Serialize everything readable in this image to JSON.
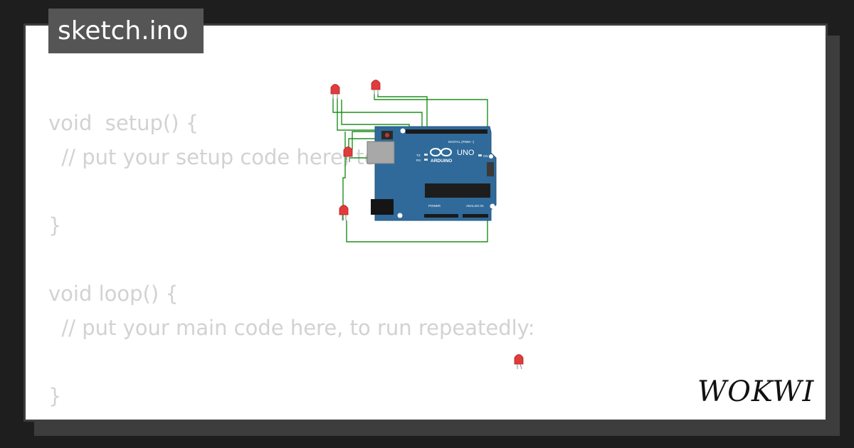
{
  "tab": {
    "title": "sketch.ino"
  },
  "code": {
    "lines": [
      "void  setup() {",
      "  // put your setup code here, to run once:",
      "",
      "}",
      "",
      "void loop() {",
      "  // put your main code here, to run repeatedly:",
      "",
      "}"
    ]
  },
  "board": {
    "brand": "ARDUINO",
    "model": "UNO",
    "digital_label": "DIGITAL (PWM ~)",
    "power_label": "POWER",
    "analog_label": "ANALOG IN",
    "tx_label": "TX",
    "rx_label": "RX",
    "on_label": "ON"
  },
  "logo": {
    "text": "WOKWI"
  },
  "colors": {
    "background": "#1e1e1e",
    "card": "#ffffff",
    "tab": "#555555",
    "code_text": "#d2d2d2",
    "board": "#2f6a9a",
    "wire": "#1f8f1f",
    "led": "#e23b3b"
  }
}
